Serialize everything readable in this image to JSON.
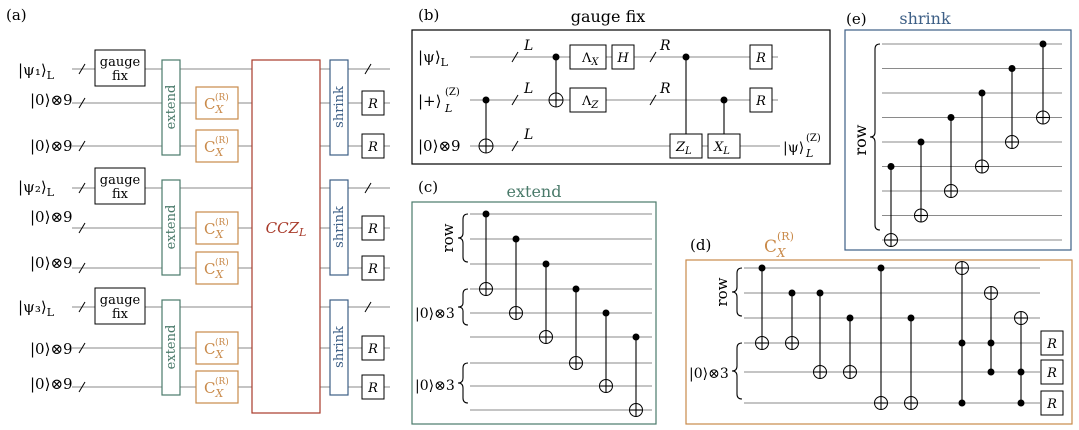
{
  "colors": {
    "extend": "#4a7a6a",
    "shrink": "#3d5f86",
    "cx": "#c98a4a",
    "ccz": "#a83a2a"
  },
  "a": {
    "label": "(a)",
    "psi1": "|ψ₁⟩",
    "psi2": "|ψ₂⟩",
    "psi3": "|ψ₃⟩",
    "sub_L": "L",
    "zero9": "|0⟩⊗9",
    "gauge1": "gauge",
    "gauge2": "fix",
    "extend": "extend",
    "shrink": "shrink",
    "cx": "C",
    "cx_sub": "X",
    "cx_sup": "(R)",
    "ccz": "CCZ",
    "ccz_sub": "L",
    "R": "R"
  },
  "b": {
    "label": "(b)",
    "title": "gauge fix",
    "in1": "|ψ⟩",
    "in1_sub": "L",
    "in2": "|+⟩",
    "in2_sup": "(Z)",
    "in2_sub": "L",
    "in3": "|0⟩⊗9",
    "L": "L",
    "R": "R",
    "lx": "Λ",
    "lx_sub": "X",
    "lz": "Λ",
    "lz_sub": "Z",
    "H": "H",
    "ZL": "Z",
    "ZL_sub": "L",
    "XL": "X",
    "XL_sub": "L",
    "out": "|ψ⟩",
    "out_sup": "(Z)",
    "out_sub": "L"
  },
  "c": {
    "label": "(c)",
    "title": "extend",
    "row": "row",
    "zero3a": "|0⟩⊗3",
    "zero3b": "|0⟩⊗3"
  },
  "d": {
    "label": "(d)",
    "title": "C",
    "title_sub": "X",
    "title_sup": "(R)",
    "row": "row",
    "zero3": "|0⟩⊗3",
    "R": "R"
  },
  "e": {
    "label": "(e)",
    "title": "shrink",
    "row": "row"
  }
}
